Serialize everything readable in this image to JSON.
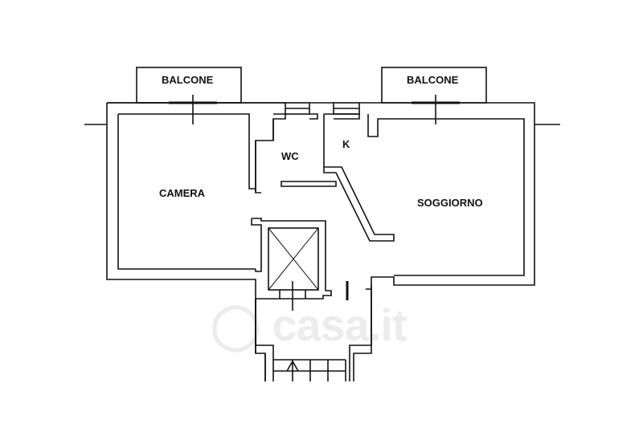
{
  "rooms": {
    "balcone_left": "BALCONE",
    "balcone_right": "BALCONE",
    "camera": "CAMERA",
    "wc": "WC",
    "kitchen": "K",
    "soggiorno": "SOGGIORNO"
  },
  "watermark": "casa.it",
  "colors": {
    "wall": "#111111",
    "background": "#ffffff"
  }
}
